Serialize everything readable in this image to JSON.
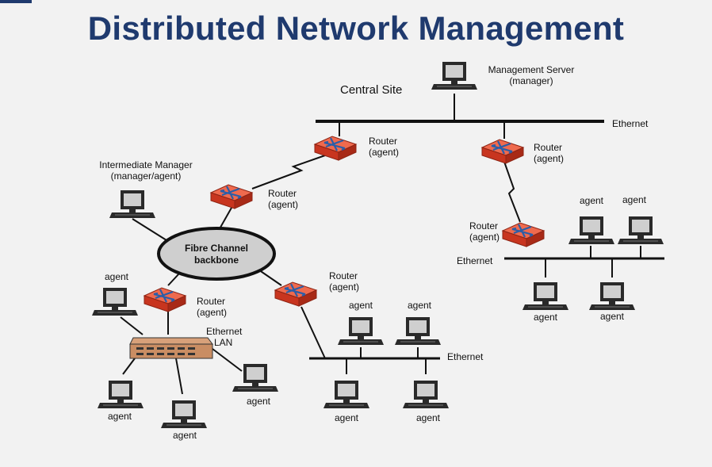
{
  "title": "Distributed Network Management",
  "labels": {
    "central_site": "Central Site",
    "mgmt_server_line1": "Management Server",
    "mgmt_server_line2": "(manager)",
    "ethernet": "Ethernet",
    "router": "Router",
    "agent_paren": "(agent)",
    "agent": "agent",
    "intermediate_line1": "Intermediate Manager",
    "intermediate_line2": "(manager/agent)",
    "fibre_line1": "Fibre Channel",
    "fibre_line2": "backbone",
    "ethernet_lan_line1": "Ethernet",
    "ethernet_lan_line2": "LAN"
  },
  "colors": {
    "title": "#1f3a6e",
    "router_fill": "#e0452b",
    "router_dark": "#a82a17",
    "backbone_fill": "#cfcfcf",
    "line": "#111111"
  },
  "icons": [
    "computer-icon",
    "router-icon",
    "hub-icon"
  ]
}
